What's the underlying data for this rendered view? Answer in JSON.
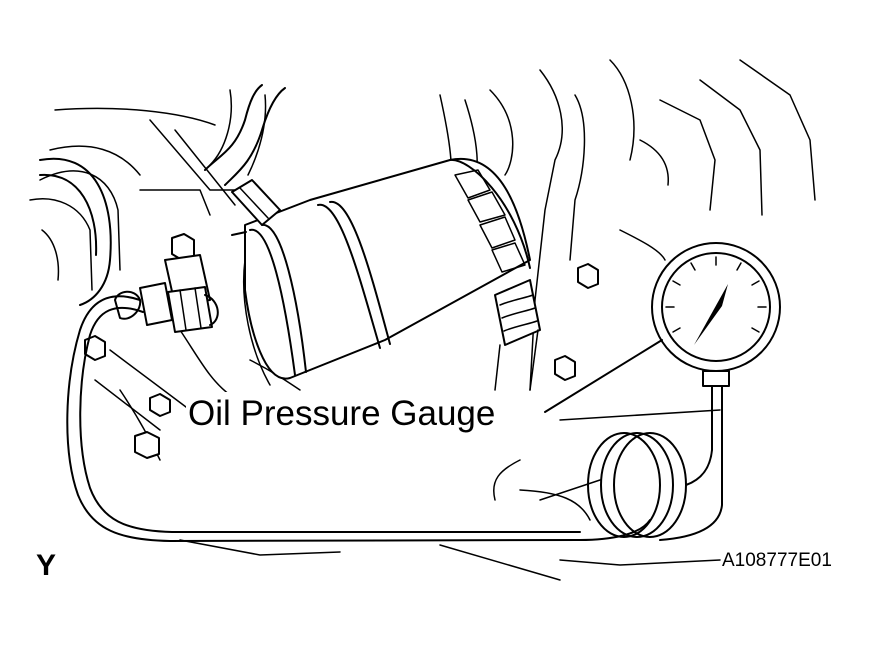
{
  "labels": {
    "callout": "Oil Pressure Gauge",
    "view_letter": "Y",
    "figure_code": "A108777E01"
  },
  "colors": {
    "ink": "#000000",
    "background": "#ffffff"
  }
}
